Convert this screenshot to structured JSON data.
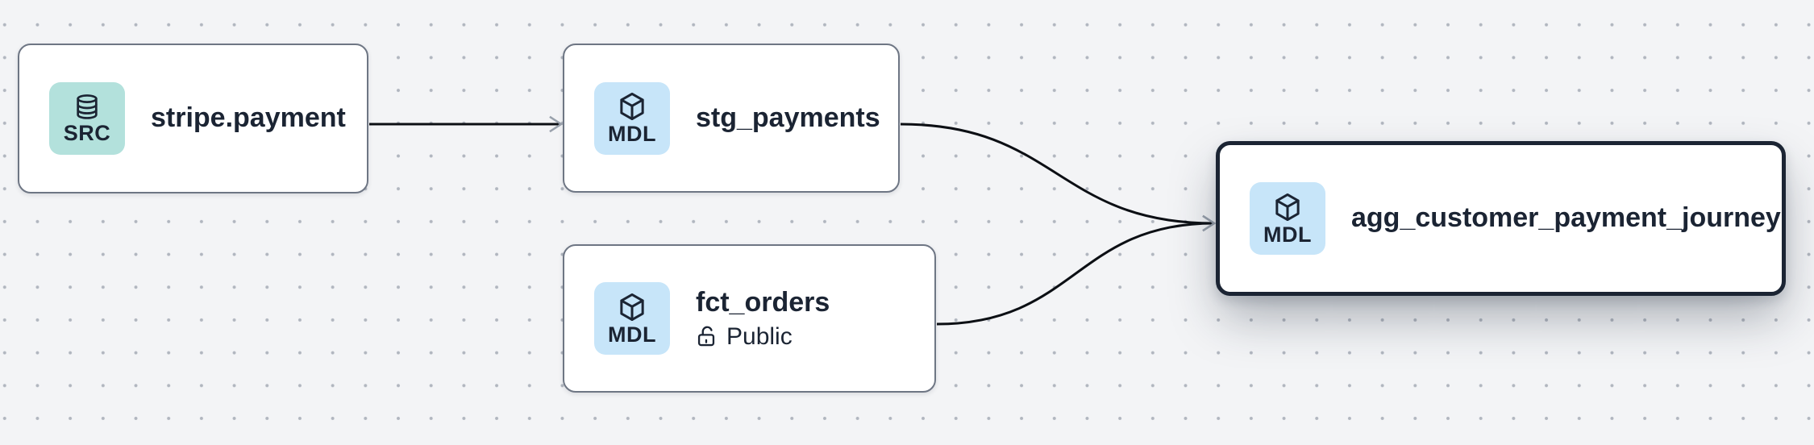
{
  "canvas": {
    "kind": "lineage-graph",
    "colors": {
      "canvas_bg": "#f3f4f6",
      "dot_grid": "#7a8392",
      "node_bg": "#ffffff",
      "node_border": "#6e7684",
      "selected_node_border": "#1b2433",
      "title_text": "#1b2433",
      "source_badge_bg": "#b3e1dc",
      "model_badge_bg": "#c7e5f9",
      "edge": "#0c0f14",
      "arrowhead": "#99a1ac"
    }
  },
  "nodes": [
    {
      "id": "stripe.payment",
      "title": "stripe.payment",
      "type": "source",
      "selected": false,
      "badge": {
        "label": "SRC",
        "icon": "database-icon"
      }
    },
    {
      "id": "stg_payments",
      "title": "stg_payments",
      "type": "model",
      "selected": false,
      "badge": {
        "label": "MDL",
        "icon": "cube-icon"
      }
    },
    {
      "id": "fct_orders",
      "title": "fct_orders",
      "type": "model",
      "selected": false,
      "badge": {
        "label": "MDL",
        "icon": "cube-icon"
      },
      "access": "Public",
      "access_icon": "lock-open-icon"
    },
    {
      "id": "agg_customer_payment_journey",
      "title": "agg_customer_payment_journey",
      "type": "model",
      "selected": true,
      "badge": {
        "label": "MDL",
        "icon": "cube-icon"
      }
    }
  ],
  "edges": [
    {
      "from": "stripe.payment",
      "to": "stg_payments"
    },
    {
      "from": "stg_payments",
      "to": "agg_customer_payment_journey"
    },
    {
      "from": "fct_orders",
      "to": "agg_customer_payment_journey"
    }
  ]
}
